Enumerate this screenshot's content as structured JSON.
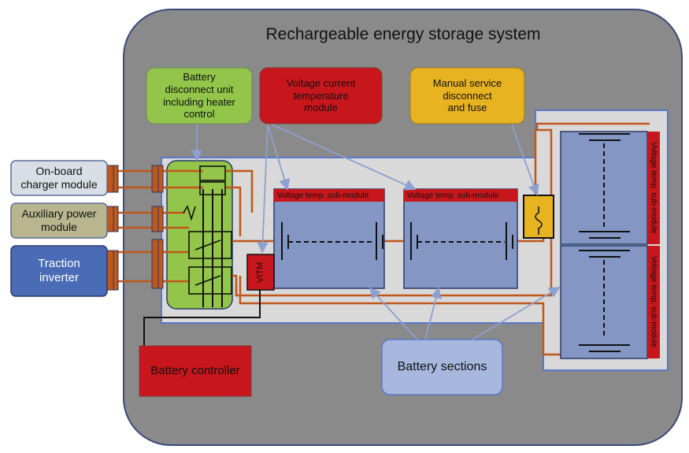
{
  "title": "Rechargeable energy storage system",
  "boxes": {
    "bdu": "Battery\ndisconnect unit\nincluding heater\ncontrol",
    "vctm": "Voltage current\ntemperature\nmodule",
    "msd": "Manual service\ndisconnect\nand fuse",
    "charger": "On-board\ncharger module",
    "aux": "Auxiliary power\nmodule",
    "traction": "Traction\ninverter",
    "controller": "Battery controller",
    "sections": "Battery sections",
    "vitm": "VITM"
  },
  "submodule_labels": {
    "h1": "Voltage temp. sub-module",
    "h2": "Voltage temp. sub-module",
    "v1": "Voltage temp. sub-module",
    "v2": "Voltage temp. sub-module"
  },
  "colors": {
    "outer": "#8a8a8a",
    "inner": "#d9d9d9",
    "green": "#92c54a",
    "red": "#c8161d",
    "orange_box": "#e8b320",
    "battery": "#8497c4",
    "battery_label": "#a7b7dd",
    "wire": "#c0571b",
    "charger": "#d9dde6",
    "aux": "#b9b58f",
    "traction": "#4a6bb5"
  }
}
